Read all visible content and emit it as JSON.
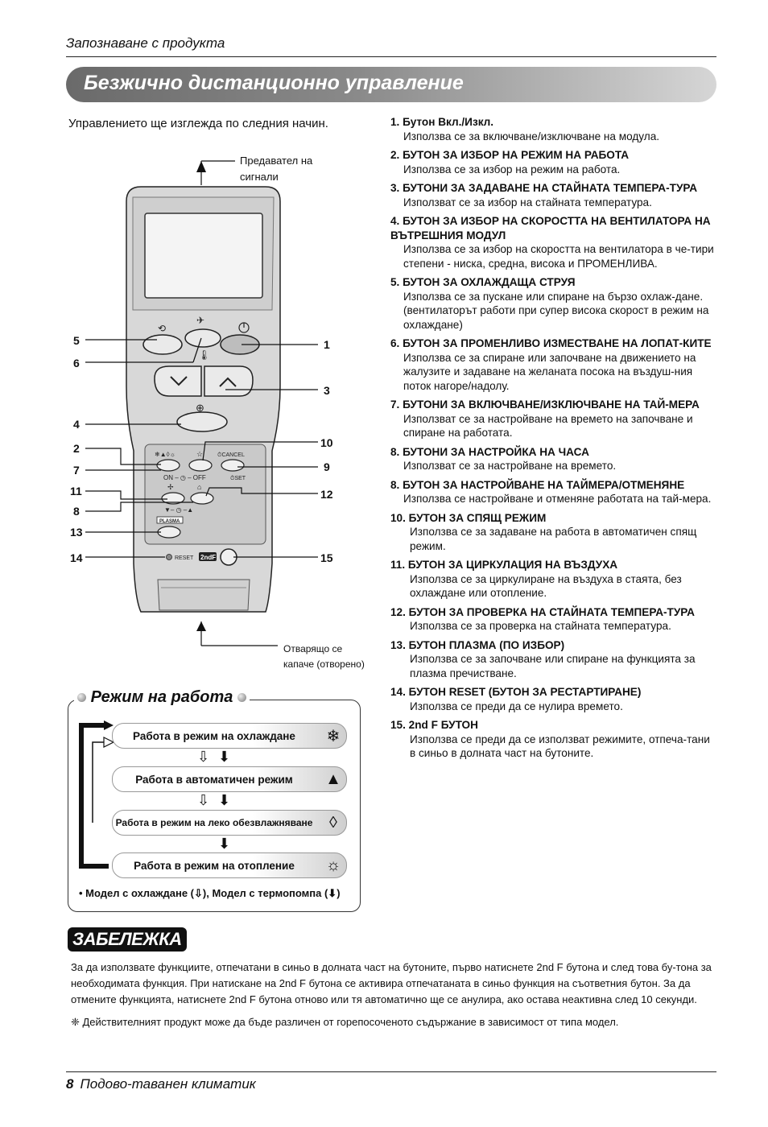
{
  "header": {
    "section": "Запознаване с продукта",
    "title": "Безжично дистанционно управление"
  },
  "intro": "Управлението ще изглежда по следния начин.",
  "remote": {
    "transmitter_label_1": "Предавател на",
    "transmitter_label_2": "сигнали",
    "cover_label_1": "Отварящо се",
    "cover_label_2": "капаче (отворено)",
    "callouts": [
      "5",
      "6",
      "4",
      "2",
      "7",
      "11",
      "8",
      "13",
      "14",
      "1",
      "3",
      "10",
      "9",
      "12",
      "15"
    ],
    "btn_on": "ON",
    "btn_off": "OFF",
    "btn_cancel": "CANCEL",
    "btn_set": "SET",
    "btn_plasma": "PLASMA",
    "btn_reset": "RESET",
    "btn_2ndf": "2ndF"
  },
  "items": [
    {
      "t": "1. Бутон Вкл./Изкл.",
      "d": "Използва се за включване/изключване на модула."
    },
    {
      "t": "2. БУТОН ЗА ИЗБОР НА РЕЖИМ НА РАБОТА",
      "d": "Използва се за избор на режим на работа."
    },
    {
      "t": "3. БУТОНИ ЗА ЗАДАВАНЕ НА СТАЙНАТА ТЕМПЕРА-ТУРА",
      "d": "Използват се за избор на стайната температура."
    },
    {
      "t": "4. БУТОН ЗА ИЗБОР НА СКОРОСТТА НА ВЕНТИЛАТОРА НА ВЪТРЕШНИЯ МОДУЛ",
      "d": "Използва се за избор на скоростта на вентилатора в че-тири степени - ниска, средна, висока и ПРОМЕНЛИВА."
    },
    {
      "t": "5. БУТОН ЗА ОХЛАЖДАЩА СТРУЯ",
      "d": "Използва се за пускане или спиране на бързо охлаж-дане. (вентилаторът работи при супер висока скорост в режим на охлаждане)"
    },
    {
      "t": "6. БУТОН ЗА ПРОМЕНЛИВО ИЗМЕСТВАНЕ НА ЛОПАТ-КИТЕ",
      "d": "Използва се за спиране или започване на движението на жалузите и задаване на желаната посока на въздуш-ния поток нагоре/надолу."
    },
    {
      "t": "7. БУТОНИ ЗА ВКЛЮЧВАНЕ/ИЗКЛЮЧВАНЕ НА ТАЙ-МЕРА",
      "d": "Използват се за настройване на времето на започване и спиране на работата."
    },
    {
      "t": "8. БУТОНИ ЗА НАСТРОЙКА НА ЧАСА",
      "d": "Използват се за настройване на времето."
    },
    {
      "t": "8. БУТОН ЗА НАСТРОЙВАНЕ НА ТАЙМЕРА/ОТМЕНЯНЕ",
      "d": "Използва се настройване и отменяне работата на тай-мера."
    },
    {
      "t": "10. БУТОН ЗА СПЯЩ РЕЖИМ",
      "d": "Използва се за задаване на работа в автоматичен спящ режим."
    },
    {
      "t": "11. БУТОН ЗА ЦИРКУЛАЦИЯ НА ВЪЗДУХА",
      "d": "Използва се за циркулиране на въздуха в стаята, без охлаждане или отопление."
    },
    {
      "t": "12. БУТОН ЗА ПРОВЕРКА НА СТАЙНАТА ТЕМПЕРА-ТУРА",
      "d": "Използва се за проверка на стайната температура."
    },
    {
      "t": "13. БУТОН ПЛАЗМА (ПО ИЗБОР)",
      "d": "Използва се за започване или спиране на функцията за плазма пречистване."
    },
    {
      "t": "14. БУТОН RESET (БУТОН ЗА РЕСТАРТИРАНЕ)",
      "d": "Използва се преди да се нулира времето."
    },
    {
      "t": "15. 2nd F БУТОН",
      "d": "Използва се преди да се използват режимите, отпеча-тани в синьо в долната част на бутоните."
    }
  ],
  "modes": {
    "title": "Режим на работа",
    "cooling": "Работа в режим на охлаждане",
    "auto": "Работа в автоматичен режим",
    "dry": "Работа в режим на леко обезвлажняване",
    "heating": "Работа в режим на отопление",
    "legend_a": "• Модел с охлаждане (",
    "legend_b": "), Модел с термопомпа (",
    "legend_c": ")"
  },
  "note": {
    "head": "ЗАБЕЛЕЖКА",
    "text": "За да използвате функциите, отпечатани в синьо в долната част на бутоните, първо натиснете 2nd F бутона и след това бу-тона за необходимата функция. При натискане на 2nd F бутона се активира отпечатаната в синьо функция на съответния бутон. За да отмените функцията, натиснете  2nd F бутона отново или тя автоматично ще се анулира, ако остава неактивна след 10 секунди.",
    "disclaimer": "❈ Действителният продукт може да бъде различен от горепосоченото съдържание в зависимост от типа модел."
  },
  "footer": {
    "page": "8",
    "title": "Подово-таванен климатик"
  }
}
